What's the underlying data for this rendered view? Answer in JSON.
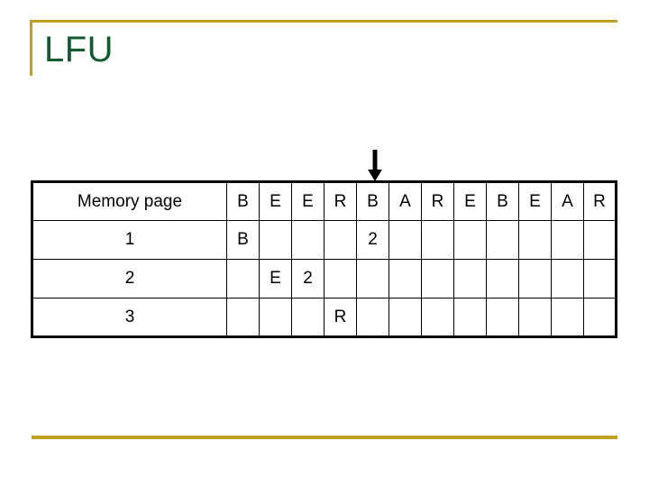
{
  "slide": {
    "title": "LFU",
    "title_color": "#15592f",
    "accent_color": "#bfa022"
  },
  "pointer": {
    "icon": "arrow-down-icon",
    "color": "#000000",
    "points_to_column_index": 4
  },
  "table": {
    "label_header": "Memory page",
    "reference_string": [
      "B",
      "E",
      "E",
      "R",
      "B",
      "A",
      "R",
      "E",
      "B",
      "E",
      "A",
      "R"
    ],
    "row_labels": [
      "1",
      "2",
      "3"
    ],
    "value_colors": {
      "page": "#b57edc",
      "count": "#b01c24"
    },
    "rows": [
      {
        "label": "1",
        "cells": [
          {
            "text": "B",
            "style": "purple"
          },
          {
            "text": "",
            "style": "empty"
          },
          {
            "text": "",
            "style": "empty"
          },
          {
            "text": "",
            "style": "empty"
          },
          {
            "text": "2",
            "style": "red"
          },
          {
            "text": "",
            "style": "empty"
          },
          {
            "text": "",
            "style": "empty"
          },
          {
            "text": "",
            "style": "empty"
          },
          {
            "text": "",
            "style": "empty"
          },
          {
            "text": "",
            "style": "empty"
          },
          {
            "text": "",
            "style": "empty"
          },
          {
            "text": "",
            "style": "empty"
          }
        ]
      },
      {
        "label": "2",
        "cells": [
          {
            "text": "",
            "style": "empty"
          },
          {
            "text": "E",
            "style": "purple"
          },
          {
            "text": "2",
            "style": "red"
          },
          {
            "text": "",
            "style": "empty"
          },
          {
            "text": "",
            "style": "empty"
          },
          {
            "text": "",
            "style": "empty"
          },
          {
            "text": "",
            "style": "empty"
          },
          {
            "text": "",
            "style": "empty"
          },
          {
            "text": "",
            "style": "empty"
          },
          {
            "text": "",
            "style": "empty"
          },
          {
            "text": "",
            "style": "empty"
          },
          {
            "text": "",
            "style": "empty"
          }
        ]
      },
      {
        "label": "3",
        "cells": [
          {
            "text": "",
            "style": "empty"
          },
          {
            "text": "",
            "style": "empty"
          },
          {
            "text": "",
            "style": "empty"
          },
          {
            "text": "R",
            "style": "purple"
          },
          {
            "text": "",
            "style": "empty"
          },
          {
            "text": "",
            "style": "empty"
          },
          {
            "text": "",
            "style": "empty"
          },
          {
            "text": "",
            "style": "empty"
          },
          {
            "text": "",
            "style": "empty"
          },
          {
            "text": "",
            "style": "empty"
          },
          {
            "text": "",
            "style": "empty"
          },
          {
            "text": "",
            "style": "empty"
          }
        ]
      }
    ]
  }
}
